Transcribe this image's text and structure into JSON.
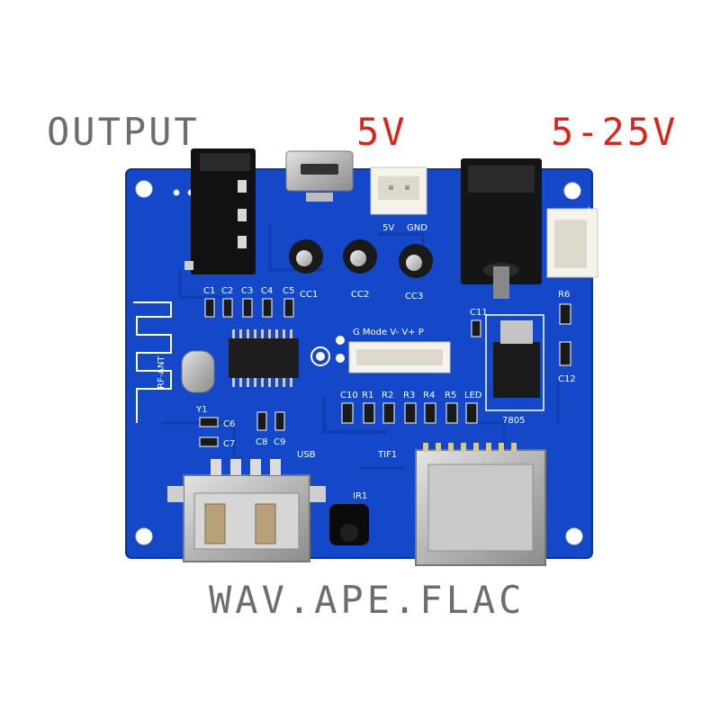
{
  "captions": {
    "output": "OUTPUT",
    "usb_power": "5V",
    "dc_input": "5-25V",
    "formats": "WAV.APE.FLAC"
  },
  "silkscreen": {
    "pin_5v": "5V",
    "pin_gnd": "GND",
    "cc1": "CC1",
    "cc2": "CC2",
    "cc3": "CC3",
    "c1": "C1",
    "c2": "C2",
    "c3": "C3",
    "c4": "C4",
    "c5": "C5",
    "c6": "C6",
    "c7": "C7",
    "c8": "C8",
    "c9": "C9",
    "c10": "C10",
    "c11": "C11",
    "c12": "C12",
    "r1": "R1",
    "r2": "R2",
    "r3": "R3",
    "r4": "R4",
    "r5": "R5",
    "r6": "R6",
    "led": "LED",
    "y1": "Y1",
    "rf_ant": "RF-ANT",
    "header_pins": "G Mode V- V+ P",
    "regulator": "7805",
    "usb": "USB",
    "tif1": "TIF1",
    "ir1": "IR1",
    "plus": "+"
  },
  "colors": {
    "pcb": "#1548c8",
    "pcb_dark": "#0e3aa8",
    "silk": "#ffffff",
    "caption_gray": "#6d6d6d",
    "caption_red": "#d8261c"
  }
}
